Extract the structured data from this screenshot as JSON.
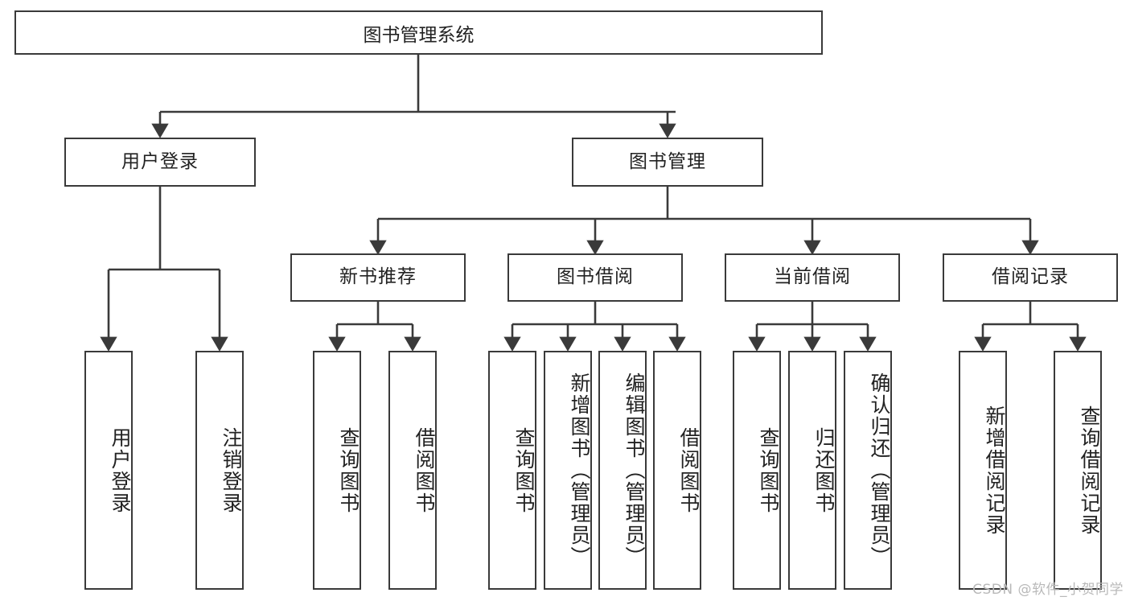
{
  "diagram": {
    "type": "tree-hierarchy",
    "title": "图书管理系统",
    "root": {
      "id": "root",
      "label": "图书管理系统"
    },
    "level2": [
      {
        "id": "user-login",
        "label": "用户登录"
      },
      {
        "id": "book-manage",
        "label": "图书管理"
      }
    ],
    "level3": [
      {
        "id": "new-book-rec",
        "label": "新书推荐",
        "parent": "book-manage"
      },
      {
        "id": "book-borrow",
        "label": "图书借阅",
        "parent": "book-manage"
      },
      {
        "id": "current-borrow",
        "label": "当前借阅",
        "parent": "book-manage"
      },
      {
        "id": "borrow-record",
        "label": "借阅记录",
        "parent": "book-manage"
      }
    ],
    "leaves": [
      {
        "id": "leaf-user-login",
        "label": "用户登录",
        "parent": "user-login"
      },
      {
        "id": "leaf-logout",
        "label": "注销登录",
        "parent": "user-login"
      },
      {
        "id": "leaf-query-book-1",
        "label": "查询图书",
        "parent": "new-book-rec"
      },
      {
        "id": "leaf-borrow-book-1",
        "label": "借阅图书",
        "parent": "new-book-rec"
      },
      {
        "id": "leaf-query-book-2",
        "label": "查询图书",
        "parent": "book-borrow"
      },
      {
        "id": "leaf-add-book",
        "label": "新增图书（管理员）",
        "parent": "book-borrow"
      },
      {
        "id": "leaf-edit-book",
        "label": "编辑图书（管理员）",
        "parent": "book-borrow"
      },
      {
        "id": "leaf-borrow-book-2",
        "label": "借阅图书",
        "parent": "book-borrow"
      },
      {
        "id": "leaf-query-book-3",
        "label": "查询图书",
        "parent": "current-borrow"
      },
      {
        "id": "leaf-return-book",
        "label": "归还图书",
        "parent": "current-borrow"
      },
      {
        "id": "leaf-confirm-return",
        "label": "确认归还（管理员）",
        "parent": "current-borrow"
      },
      {
        "id": "leaf-add-record",
        "label": "新增借阅记录",
        "parent": "borrow-record"
      },
      {
        "id": "leaf-query-record",
        "label": "查询借阅记录",
        "parent": "borrow-record"
      }
    ]
  },
  "watermark": {
    "text": "CSDN @软件_小贺同学"
  },
  "colors": {
    "stroke": "#3a3a3a",
    "background": "#ffffff",
    "text": "#222222",
    "watermark": "#b9b9b9"
  }
}
